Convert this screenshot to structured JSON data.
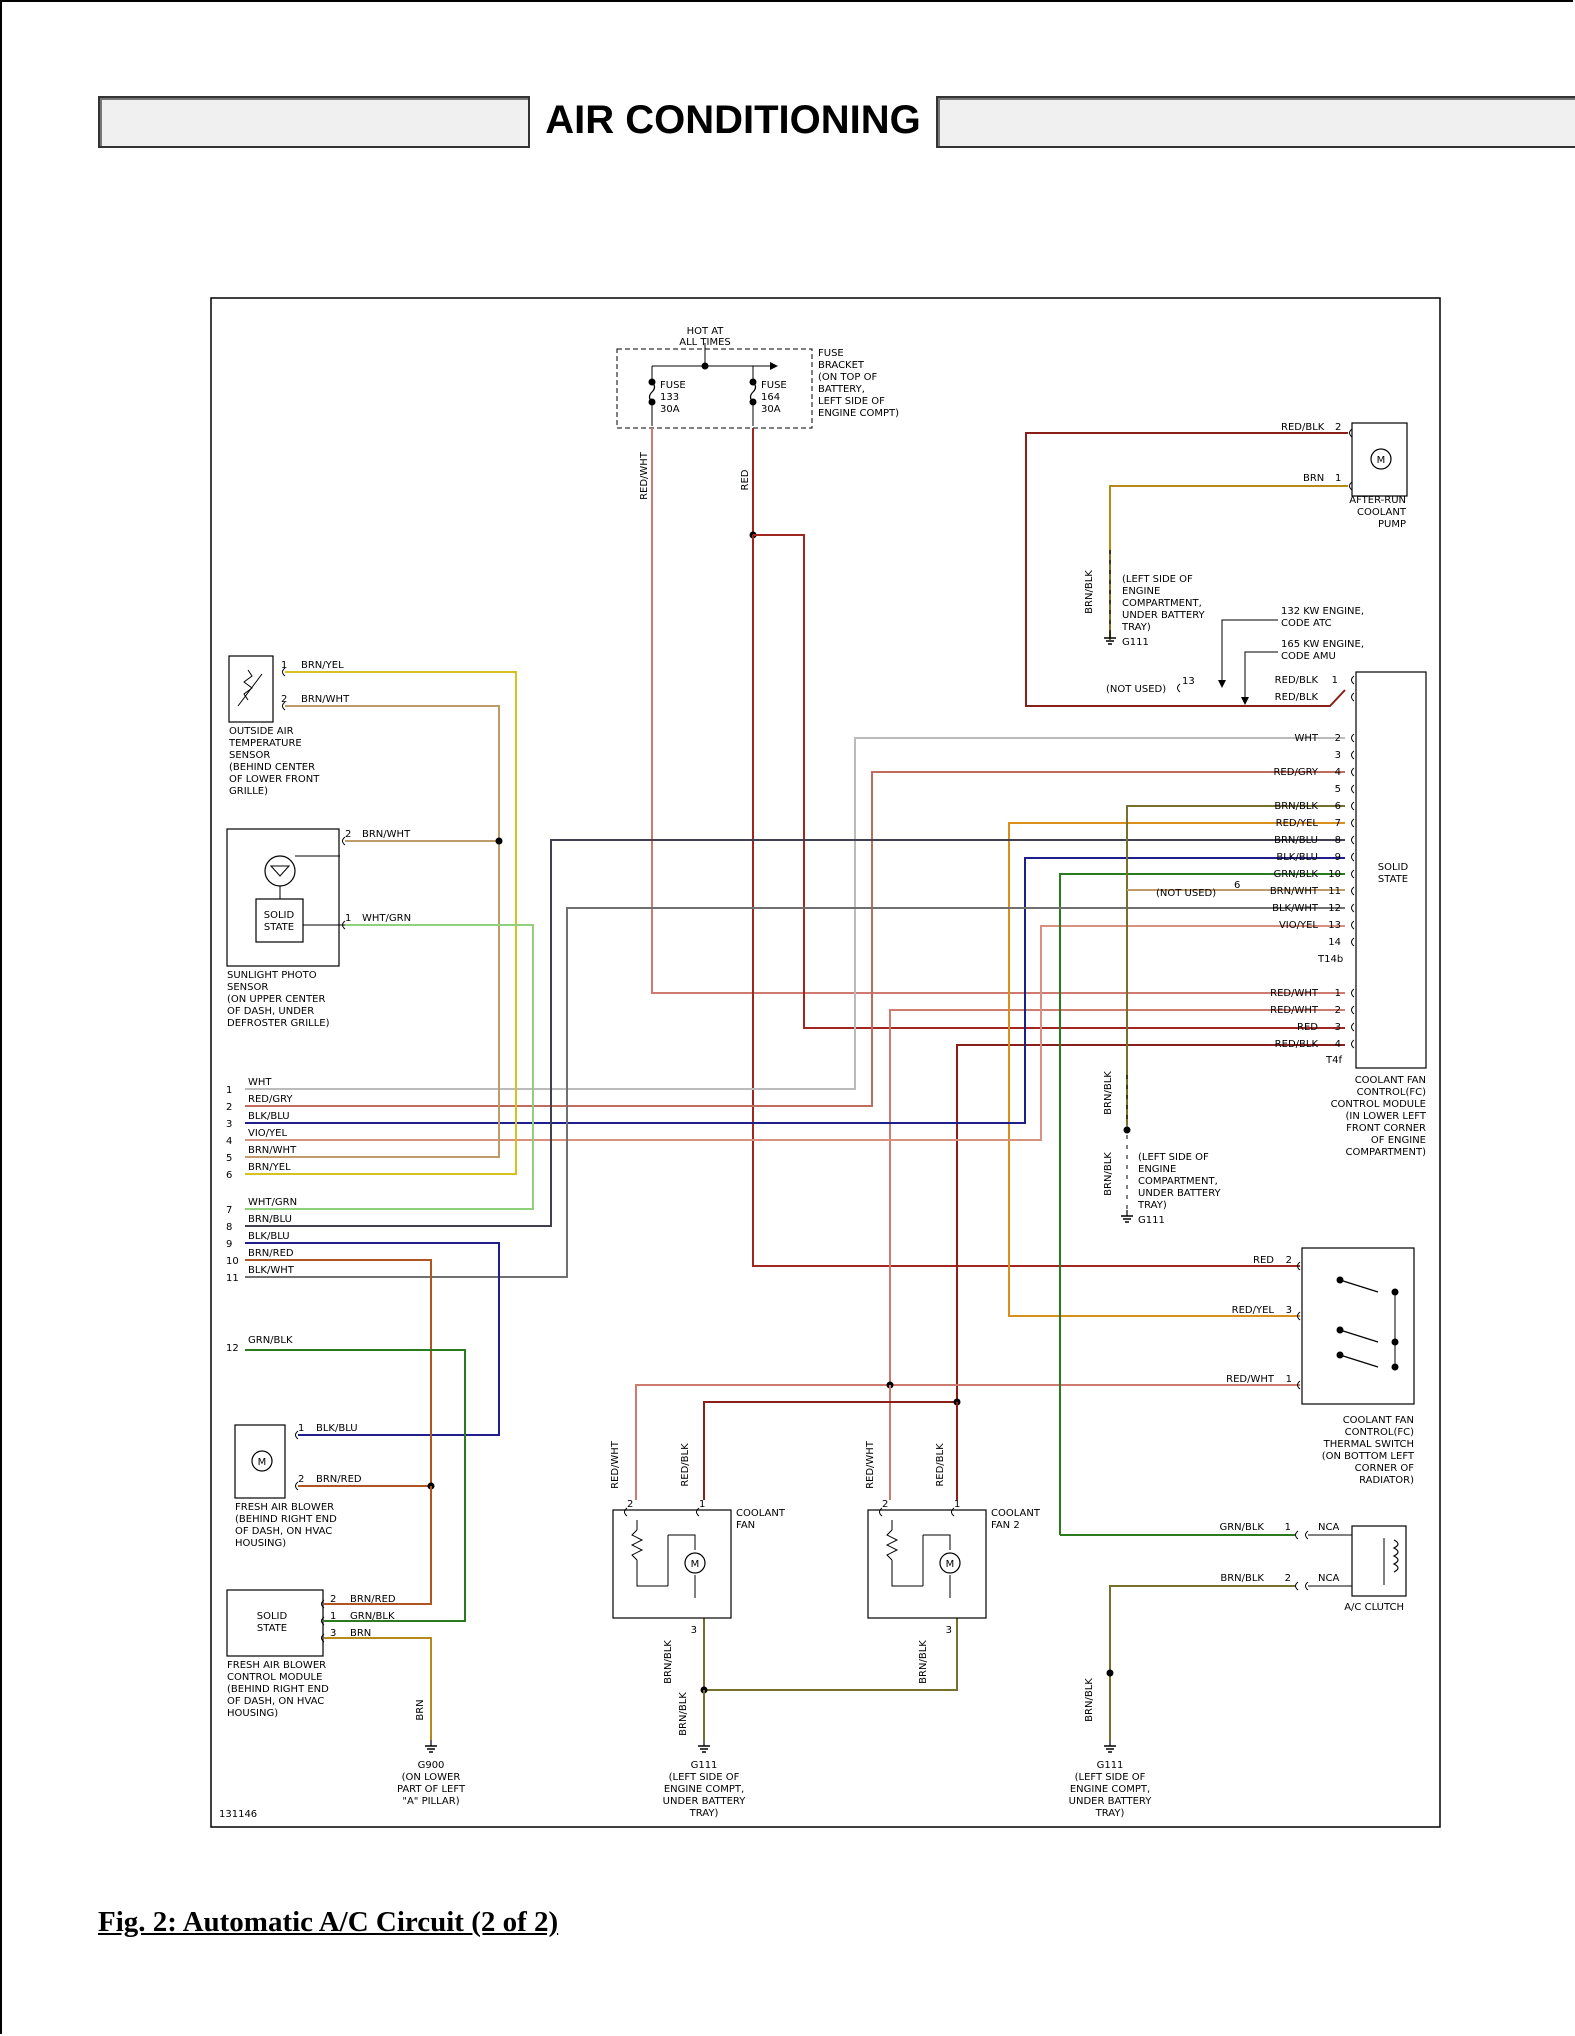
{
  "page": {
    "title": "AIR CONDITIONING",
    "caption": "Fig. 2: Automatic A/C Circuit (2 of 2)",
    "figure_id": "131146"
  },
  "fuse_bracket": {
    "hot": [
      "HOT AT",
      "ALL TIMES"
    ],
    "label": [
      "FUSE",
      "BRACKET",
      "(ON TOP OF",
      "BATTERY,",
      "LEFT SIDE OF",
      "ENGINE COMPT)"
    ],
    "fuse1": [
      "FUSE",
      "133",
      "30A"
    ],
    "fuse2": [
      "FUSE",
      "164",
      "30A"
    ],
    "wire1": "RED/WHT",
    "wire2": "RED"
  },
  "after_run_pump": {
    "label": [
      "AFTER-RUN",
      "COOLANT",
      "PUMP"
    ],
    "pin2": "RED/BLK",
    "pin2_no": "2",
    "pin1": "BRN",
    "pin1_no": "1",
    "ground_wire": [
      "BRN/",
      "BLK"
    ],
    "ground_note": [
      "(LEFT SIDE OF",
      "ENGINE",
      "COMPARTMENT,",
      "UNDER BATTERY",
      "TRAY)"
    ],
    "ground": "G111"
  },
  "engine_notes": {
    "note1": [
      "132 KW ENGINE,",
      "CODE ATC"
    ],
    "note2": [
      "165 KW ENGINE,",
      "CODE AMU"
    ],
    "not_used": "(NOT USED)",
    "pin13": "13"
  },
  "fc_module": {
    "label": [
      "COOLANT FAN",
      "CONTROL(FC)",
      "CONTROL MODULE",
      "(IN LOWER LEFT",
      "FRONT CORNER",
      "OF ENGINE",
      "COMPARTMENT)"
    ],
    "inner": [
      "SOLID",
      "STATE"
    ],
    "top": [
      {
        "wire": "RED/BLK",
        "pin": "1"
      },
      {
        "wire": "RED/BLK",
        "pin": ""
      }
    ],
    "t14b": [
      {
        "wire": "WHT",
        "pin": "2"
      },
      {
        "wire": "",
        "pin": "3"
      },
      {
        "wire": "RED/GRY",
        "pin": "4"
      },
      {
        "wire": "",
        "pin": "5"
      },
      {
        "wire": "BRN/BLK",
        "pin": "6"
      },
      {
        "wire": "RED/YEL",
        "pin": "7"
      },
      {
        "wire": "BRN/BLU",
        "pin": "8"
      },
      {
        "wire": "BLK/BLU",
        "pin": "9"
      },
      {
        "wire": "GRN/BLK",
        "pin": "10"
      },
      {
        "wire": "BRN/WHT",
        "pin": "11"
      },
      {
        "wire": "BLK/WHT",
        "pin": "12"
      },
      {
        "wire": "VIO/YEL",
        "pin": "13"
      },
      {
        "wire": "",
        "pin": "14"
      }
    ],
    "t14b_label": "T14b",
    "not_used": "(NOT USED)",
    "not_used_pin": "6",
    "t4": [
      {
        "wire": "RED/WHT",
        "pin": "1"
      },
      {
        "wire": "RED/WHT",
        "pin": "2"
      },
      {
        "wire": "RED",
        "pin": "3"
      },
      {
        "wire": "RED/BLK",
        "pin": "4"
      }
    ],
    "t4_label": "T4f",
    "ground_wire": [
      "BRN/",
      "BLK"
    ],
    "ground_note": [
      "(LEFT SIDE OF",
      "ENGINE",
      "COMPARTMENT,",
      "UNDER BATTERY",
      "TRAY)"
    ],
    "ground": "G111"
  },
  "outside_sensor": {
    "label": [
      "OUTSIDE AIR",
      "TEMPERATURE",
      "SENSOR",
      "(BEHIND CENTER",
      "OF LOWER FRONT",
      "GRILLE)"
    ],
    "pin1": "BRN/YEL",
    "pin1_no": "1",
    "pin2": "BRN/WHT",
    "pin2_no": "2"
  },
  "sunlight_sensor": {
    "label": [
      "SUNLIGHT PHOTO",
      "SENSOR",
      "(ON UPPER CENTER",
      "OF DASH, UNDER",
      "DEFROSTER GRILLE)"
    ],
    "inner": [
      "SOLID",
      "STATE"
    ],
    "pin2": "BRN/WHT",
    "pin2_no": "2",
    "pin1": "WHT/GRN",
    "pin1_no": "1"
  },
  "left_connector": [
    {
      "pin": "1",
      "wire": "WHT"
    },
    {
      "pin": "2",
      "wire": "RED/GRY"
    },
    {
      "pin": "3",
      "wire": "BLK/BLU"
    },
    {
      "pin": "4",
      "wire": "VIO/YEL"
    },
    {
      "pin": "5",
      "wire": "BRN/WHT"
    },
    {
      "pin": "6",
      "wire": "BRN/YEL"
    },
    {
      "pin": "7",
      "wire": "WHT/GRN"
    },
    {
      "pin": "8",
      "wire": "BRN/BLU"
    },
    {
      "pin": "9",
      "wire": "BLK/BLU"
    },
    {
      "pin": "10",
      "wire": "BRN/RED"
    },
    {
      "pin": "11",
      "wire": "BLK/WHT"
    },
    {
      "pin": "12",
      "wire": "GRN/BLK"
    }
  ],
  "blower": {
    "label": [
      "FRESH AIR BLOWER",
      "(BEHIND RIGHT END",
      "OF DASH, ON HVAC",
      "HOUSING)"
    ],
    "pin1": "BLK/BLU",
    "pin1_no": "1",
    "pin2": "BRN/RED",
    "pin2_no": "2"
  },
  "blower_module": {
    "label": [
      "FRESH AIR BLOWER",
      "CONTROL MODULE",
      "(BEHIND RIGHT END",
      "OF DASH, ON HVAC",
      "HOUSING)"
    ],
    "inner": [
      "SOLID",
      "STATE"
    ],
    "pins": [
      {
        "pin": "2",
        "wire": "BRN/RED"
      },
      {
        "pin": "1",
        "wire": "GRN/BLK"
      },
      {
        "pin": "3",
        "wire": "BRN"
      }
    ],
    "ground_wire": "BRN",
    "ground": "G900",
    "ground_note": [
      "(ON LOWER",
      "PART OF LEFT",
      "\"A\" PILLAR)"
    ]
  },
  "thermal_switch": {
    "label": [
      "COOLANT FAN",
      "CONTROL(FC)",
      "THERMAL SWITCH",
      "(ON BOTTOM LEFT",
      "CORNER OF",
      "RADIATOR)"
    ],
    "pins": [
      {
        "wire": "RED",
        "pin": "2"
      },
      {
        "wire": "RED/YEL",
        "pin": "3"
      },
      {
        "wire": "RED/WHT",
        "pin": "1"
      }
    ]
  },
  "fan1": {
    "label": [
      "COOLANT",
      "FAN"
    ],
    "w2": "RED/WHT",
    "p2": "2",
    "w1": "RED/BLK",
    "p1": "1",
    "p3": "3",
    "w3": [
      "BRN/",
      "BLK"
    ]
  },
  "fan2": {
    "label": [
      "COOLANT",
      "FAN 2"
    ],
    "w2": "RED/WHT",
    "p2": "2",
    "w1": "RED/BLK",
    "p1": "1",
    "p3": "3",
    "w3": [
      "BRN/",
      "BLK"
    ]
  },
  "fan_ground": {
    "wire": [
      "BRN/",
      "BLK"
    ],
    "ground": "G111",
    "note": [
      "(LEFT SIDE OF",
      "ENGINE COMPT,",
      "UNDER BATTERY",
      "TRAY)"
    ]
  },
  "ac_clutch": {
    "label": "A/C CLUTCH",
    "pins": [
      {
        "wire": "GRN/BLK",
        "pin": "1",
        "conn": "NCA"
      },
      {
        "wire": "BRN/BLK",
        "pin": "2",
        "conn": "NCA"
      }
    ],
    "ground_wire": [
      "BRN/",
      "BLK"
    ],
    "ground": "G111",
    "ground_note": [
      "(LEFT SIDE OF",
      "ENGINE COMPT,",
      "UNDER BATTERY",
      "TRAY)"
    ]
  },
  "colors": {
    "red": "#a0261f",
    "red_wht": "#cf7a6e",
    "red_blk": "#8a1f1a",
    "red_gry": "#c16a5e",
    "red_yel": "#d9901a",
    "brn_yel": "#d6c21e",
    "brn_wht": "#bf9a6a",
    "brn_red": "#b0551f",
    "brn_blk": "#76702a",
    "brn": "#b58a1a",
    "brn_blu": "#404050",
    "blk_blu": "#1e1e8c",
    "blk_wht": "#707070",
    "grn_blk": "#2a7a1e",
    "wht_grn": "#8fd07a",
    "wht": "#bbbbbb",
    "vio_yel": "#d89080"
  }
}
